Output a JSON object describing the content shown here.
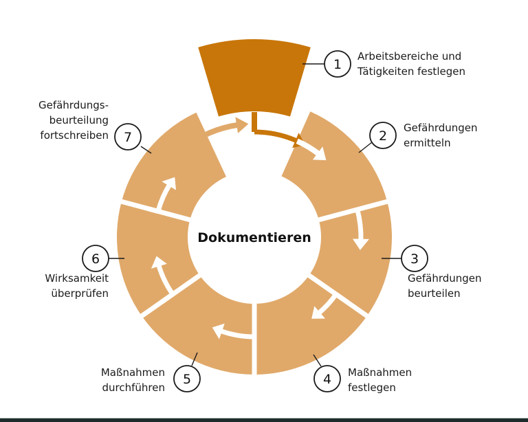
{
  "diagram": {
    "center_label": "Dokumentieren",
    "colors": {
      "primary_step": "#C8760A",
      "cycle_steps": "#E0A96A",
      "arrow": "#FFFFFF",
      "text": "#1A1A1A",
      "bottom_bar": "#1E2B2B"
    },
    "steps": [
      {
        "number": "1",
        "lines": [
          "Arbeitsbereiche und",
          "Tätigkeiten festlegen"
        ]
      },
      {
        "number": "2",
        "lines": [
          "Gefährdungen",
          "ermitteln"
        ]
      },
      {
        "number": "3",
        "lines": [
          "Gefährdungen",
          "beurteilen"
        ]
      },
      {
        "number": "4",
        "lines": [
          "Maßnahmen",
          "festlegen"
        ]
      },
      {
        "number": "5",
        "lines": [
          "Maßnahmen",
          "durchführen"
        ]
      },
      {
        "number": "6",
        "lines": [
          "Wirksamkeit",
          "überprüfen"
        ]
      },
      {
        "number": "7",
        "lines": [
          "Gefährdungs-",
          "beurteilung",
          "fortschreiben"
        ]
      }
    ]
  }
}
